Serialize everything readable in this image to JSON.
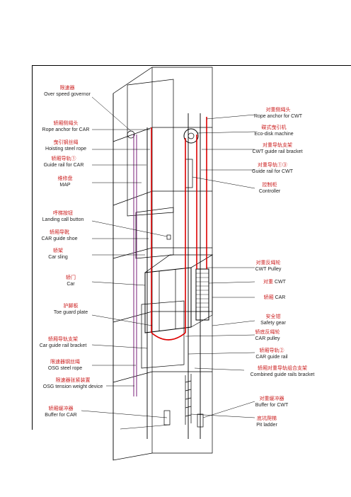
{
  "labels": {
    "overspeed_governor": {
      "zh": "限速器",
      "en": "Over speed governor"
    },
    "rope_anchor_car": {
      "zh": "轿厢侧绳头",
      "en": "Rope anchor for CAR"
    },
    "hoisting_rope": {
      "zh": "曳引钢丝绳",
      "en": "Hoisting steel rope"
    },
    "guide_rail_car_1": {
      "zh": "轿厢导轨①",
      "en": "Guide rail for CAR"
    },
    "map": {
      "zh": "维修盘",
      "en": "MAP"
    },
    "landing_call_button": {
      "zh": "呼梯按钮",
      "en": "Landing call button"
    },
    "car_guide_shoe": {
      "zh": "轿厢导靴",
      "en": "CAR guide shoe"
    },
    "car_sling": {
      "zh": "轿架",
      "en": "Car sling"
    },
    "car_door": {
      "zh": "轿门",
      "en": "Car"
    },
    "toe_guard_plate": {
      "zh": "护脚板",
      "en": "Toe guard plate"
    },
    "car_guide_rail_bracket": {
      "zh": "轿厢导轨支架",
      "en": "Car guide rail bracket"
    },
    "osg_steel_rope": {
      "zh": "限速器钢丝绳",
      "en": "OSG steel rope"
    },
    "osg_tension_weight": {
      "zh": "限速器张紧装置",
      "en": "OSG tension weight device"
    },
    "buffer_car": {
      "zh": "轿厢缓冲器",
      "en": "Buffer for CAR"
    },
    "rope_anchor_cwt": {
      "zh": "对重侧绳头",
      "en": "Rope anchor for CWT"
    },
    "eco_disk_machine": {
      "zh": "碟式曳引机",
      "en": "Eco-disk machine"
    },
    "cwt_guide_rail_bracket": {
      "zh": "对重导轨支架",
      "en": "CWT guide rail bracket"
    },
    "guide_rail_cwt": {
      "zh": "对重导轨①③",
      "en": "Guide rail for CWT"
    },
    "controller": {
      "zh": "控制柜",
      "en": "Controller"
    },
    "cwt_pulley": {
      "zh": "对重反绳轮",
      "en": "CWT Pulley"
    },
    "cwt": {
      "zh": "对重",
      "en": "CWT"
    },
    "car": {
      "zh": "轿厢",
      "en": "CAR"
    },
    "safety_gear": {
      "zh": "安全钳",
      "en": "Safety gear"
    },
    "car_pulley": {
      "zh": "轿底反绳轮",
      "en": "CAR pulley"
    },
    "car_guide_rail_2": {
      "zh": "轿厢导轨②",
      "en": "CAR guide rail"
    },
    "combined_bracket": {
      "zh": "轿厢对重导轨组合支架",
      "en": "Combined guide rails bracket"
    },
    "buffer_cwt": {
      "zh": "对重缓冲器",
      "en": "Buffer for CWT"
    },
    "pit_ladder": {
      "zh": "底坑爬梯",
      "en": "Pit ladder"
    }
  },
  "colors": {
    "label": "#cc2222",
    "rope": "#dd0000",
    "line": "#000000",
    "osg_rope": "#7a1f7a"
  }
}
